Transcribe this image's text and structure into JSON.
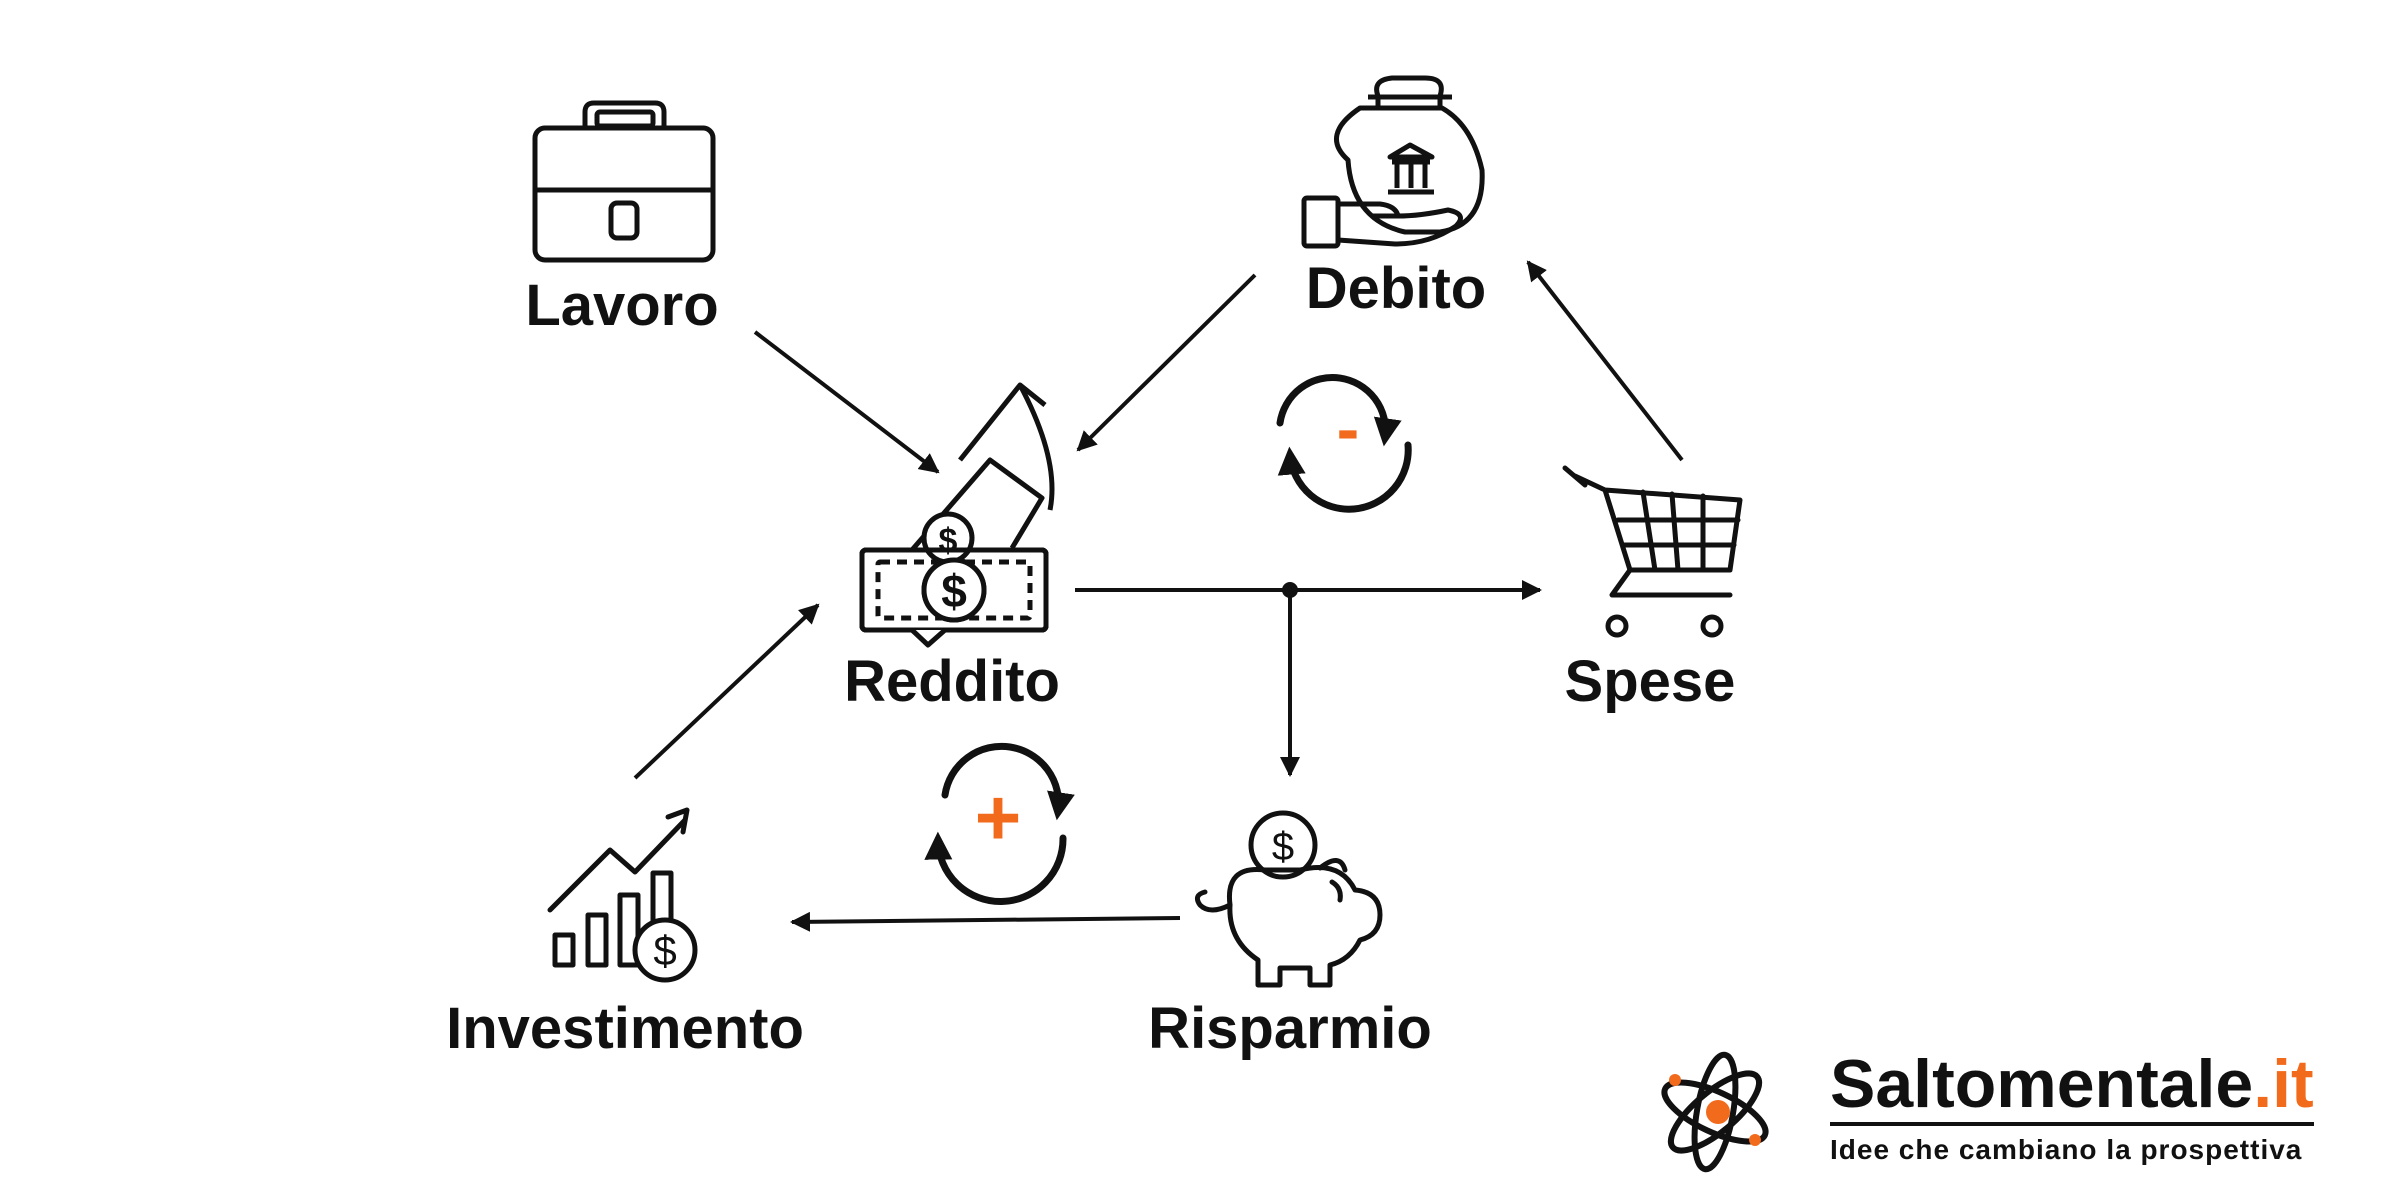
{
  "nodes": {
    "lavoro": {
      "label": "Lavoro",
      "icon": "briefcase-icon"
    },
    "debito": {
      "label": "Debito",
      "icon": "money-bag-bank-icon"
    },
    "reddito": {
      "label": "Reddito",
      "icon": "banknotes-icon"
    },
    "spese": {
      "label": "Spese",
      "icon": "shopping-cart-icon"
    },
    "risparmio": {
      "label": "Risparmio",
      "icon": "piggy-bank-icon"
    },
    "investimento": {
      "label": "Investimento",
      "icon": "growth-chart-icon"
    }
  },
  "cycles": {
    "negative": {
      "symbol": "-",
      "icon": "cycle-arrows-icon"
    },
    "positive": {
      "symbol": "+",
      "icon": "cycle-arrows-icon"
    }
  },
  "brand": {
    "name": "Saltomentale",
    "tld": ".it",
    "tagline": "Idee che cambiano la prospettiva",
    "logo": "atom-icon"
  },
  "colors": {
    "accent": "#f26a1b",
    "ink": "#111111",
    "background": "#ffffff"
  }
}
